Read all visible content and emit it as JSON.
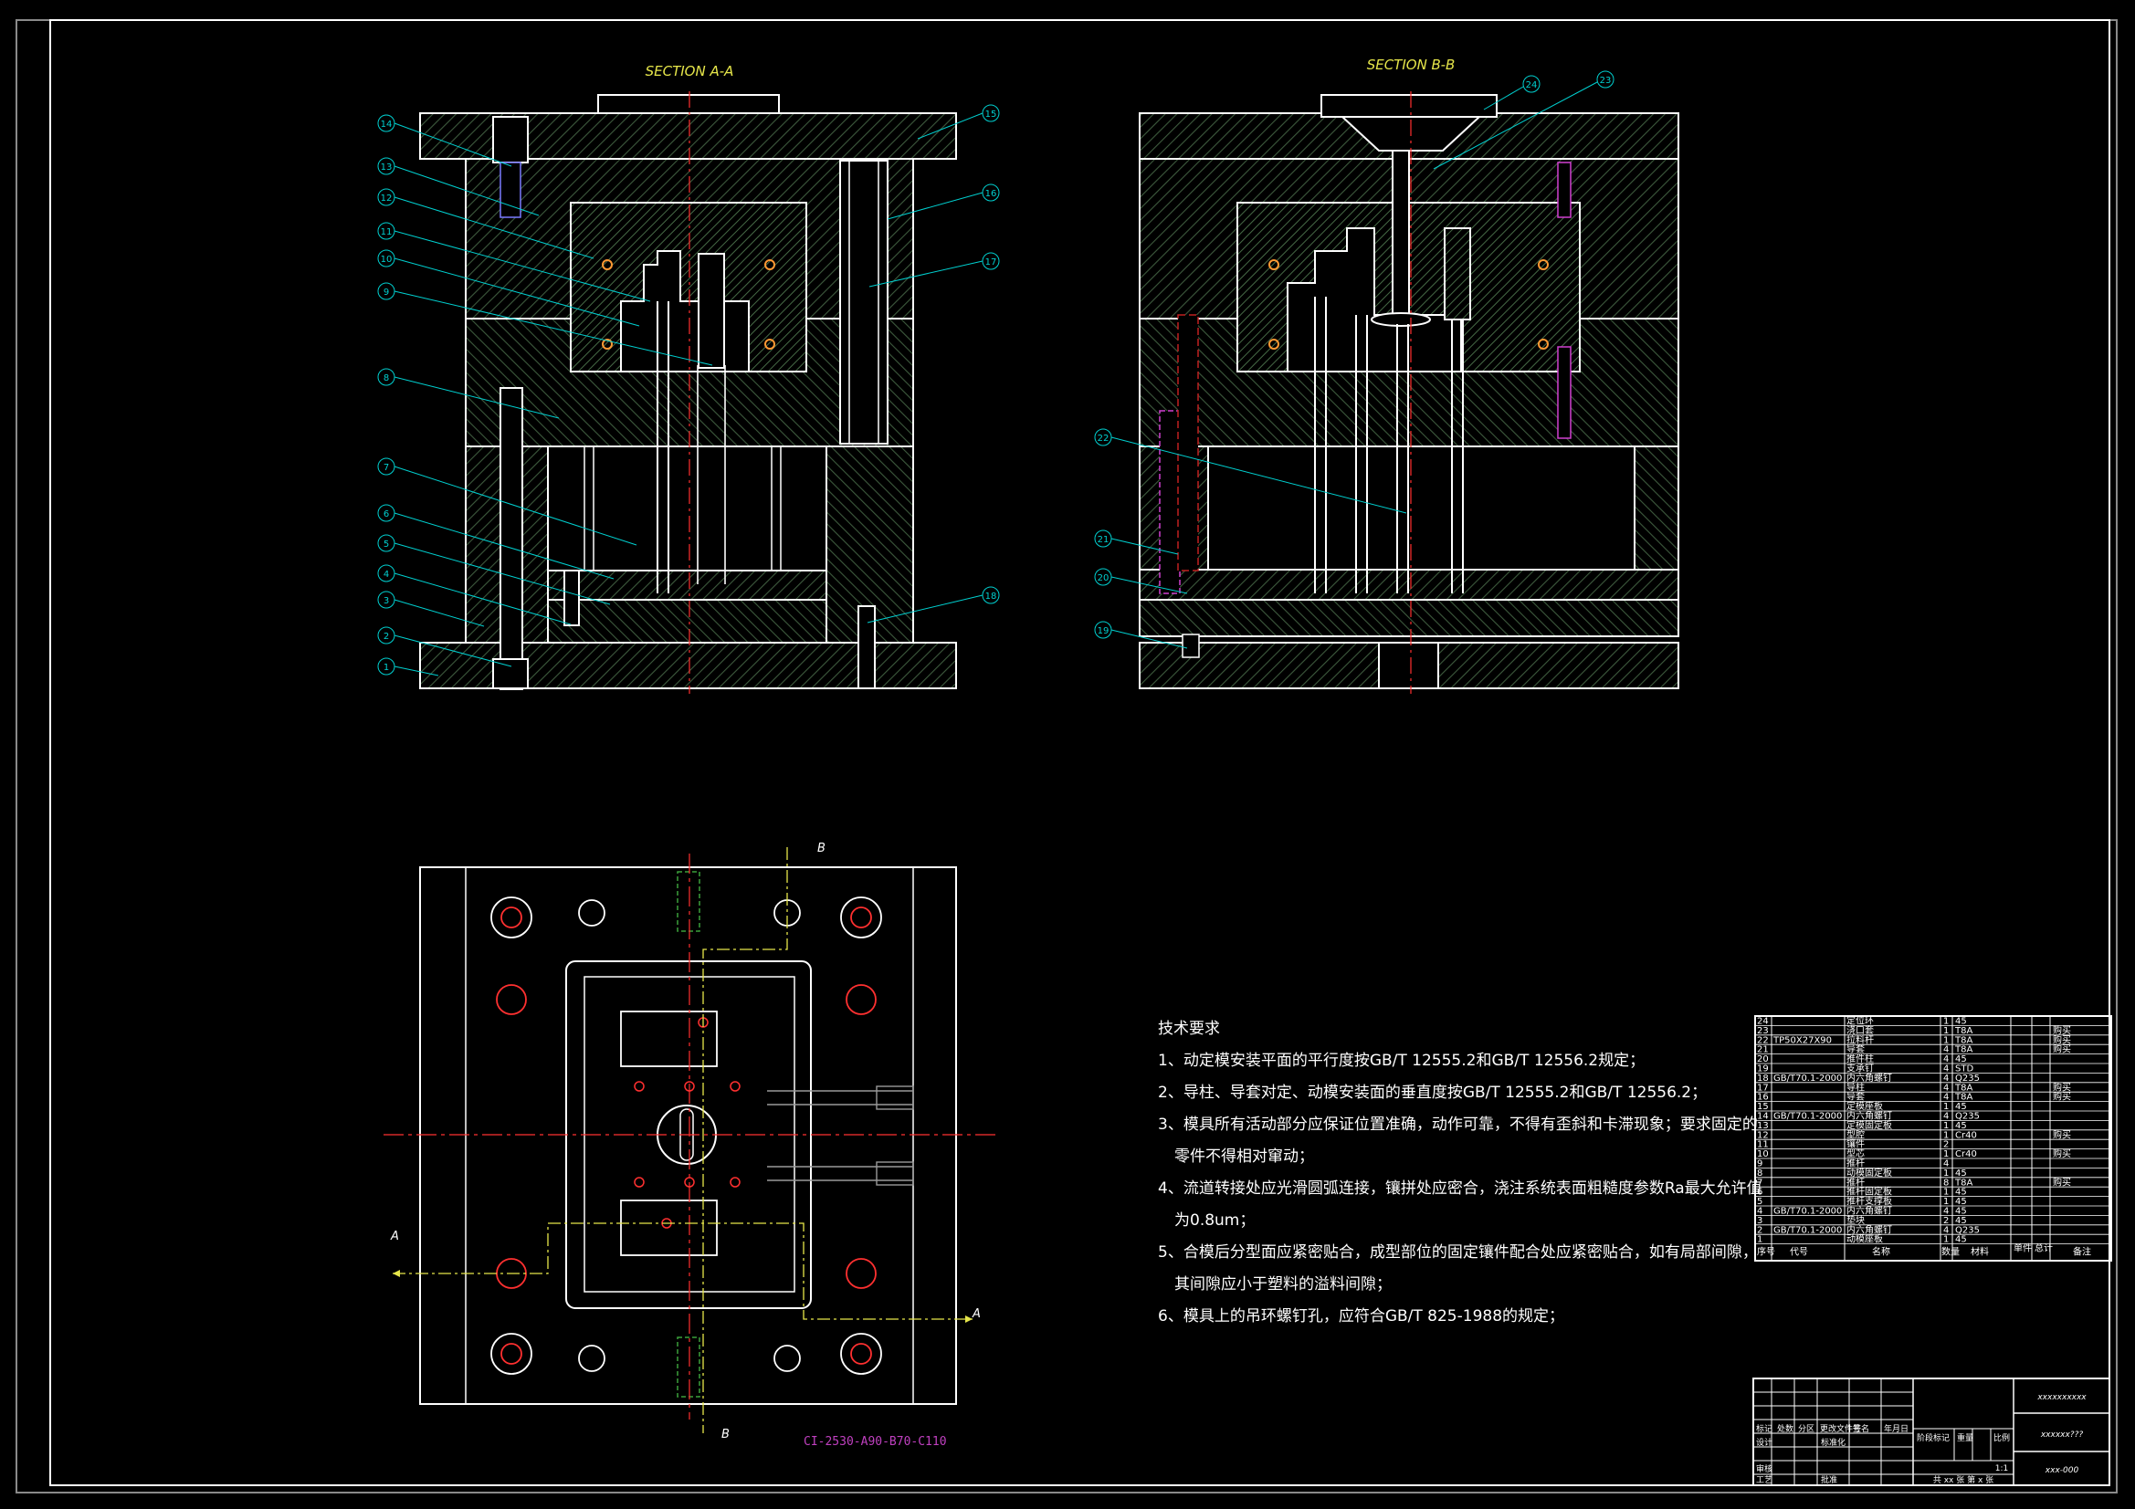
{
  "views": {
    "section_a": "SECTION A-A",
    "section_b": "SECTION B-B",
    "cut_a": "A",
    "cut_b": "B",
    "mold_base_code": "CI-2530-A90-B70-C110"
  },
  "balloons_a": [
    "14",
    "13",
    "12",
    "11",
    "10",
    "9",
    "8",
    "7",
    "6",
    "5",
    "4",
    "3",
    "2",
    "1",
    "15",
    "16",
    "17",
    "18"
  ],
  "balloons_b": [
    "24",
    "23",
    "22",
    "21",
    "20",
    "19"
  ],
  "notes": {
    "title": "技术要求",
    "items": [
      "1、动定模安装平面的平行度按GB/T 12555.2和GB/T 12556.2规定；",
      "2、导柱、导套对定、动模安装面的垂直度按GB/T 12555.2和GB/T 12556.2；",
      "3、模具所有活动部分应保证位置准确，动作可靠，不得有歪斜和卡滞现象；要求固定的",
      "零件不得相对窜动；",
      "4、流道转接处应光滑圆弧连接，镶拼处应密合，浇注系统表面粗糙度参数Ra最大允许值",
      "为0.8um；",
      "5、合模后分型面应紧密贴合，成型部位的固定镶件配合处应紧密贴合，如有局部间隙，",
      "其间隙应小于塑料的溢料间隙；",
      "6、模具上的吊环螺钉孔，应符合GB/T 825-1988的规定；"
    ]
  },
  "bom": [
    {
      "no": "24",
      "code": "",
      "name": "定位环",
      "qty": "1",
      "mat": "45",
      "note": ""
    },
    {
      "no": "23",
      "code": "",
      "name": "浇口套",
      "qty": "1",
      "mat": "T8A",
      "note": "购买"
    },
    {
      "no": "22",
      "code": "TP50X27X90",
      "name": "拉料杆",
      "qty": "1",
      "mat": "T8A",
      "note": "购买"
    },
    {
      "no": "21",
      "code": "",
      "name": "导套",
      "qty": "4",
      "mat": "T8A",
      "note": "购买"
    },
    {
      "no": "20",
      "code": "",
      "name": "推件柱",
      "qty": "4",
      "mat": "45",
      "note": ""
    },
    {
      "no": "19",
      "code": "",
      "name": "支承钉",
      "qty": "4",
      "mat": "STD",
      "note": ""
    },
    {
      "no": "18",
      "code": "GB/T70.1-2000",
      "name": "内六角螺钉",
      "qty": "4",
      "mat": "Q235",
      "note": ""
    },
    {
      "no": "17",
      "code": "",
      "name": "导柱",
      "qty": "4",
      "mat": "T8A",
      "note": "购买"
    },
    {
      "no": "16",
      "code": "",
      "name": "导套",
      "qty": "4",
      "mat": "T8A",
      "note": "购买"
    },
    {
      "no": "15",
      "code": "",
      "name": "定模座板",
      "qty": "1",
      "mat": "45",
      "note": ""
    },
    {
      "no": "14",
      "code": "GB/T70.1-2000",
      "name": "内六角螺钉",
      "qty": "4",
      "mat": "Q235",
      "note": ""
    },
    {
      "no": "13",
      "code": "",
      "name": "定模固定板",
      "qty": "1",
      "mat": "45",
      "note": ""
    },
    {
      "no": "12",
      "code": "",
      "name": "型腔",
      "qty": "1",
      "mat": "Cr40",
      "note": "购买"
    },
    {
      "no": "11",
      "code": "",
      "name": "镶件",
      "qty": "2",
      "mat": "",
      "note": ""
    },
    {
      "no": "10",
      "code": "",
      "name": "型芯",
      "qty": "1",
      "mat": "Cr40",
      "note": "购买"
    },
    {
      "no": "9",
      "code": "",
      "name": "推杆",
      "qty": "4",
      "mat": "",
      "note": ""
    },
    {
      "no": "8",
      "code": "",
      "name": "动模固定板",
      "qty": "1",
      "mat": "45",
      "note": ""
    },
    {
      "no": "7",
      "code": "",
      "name": "推杆",
      "qty": "8",
      "mat": "T8A",
      "note": "购买"
    },
    {
      "no": "6",
      "code": "",
      "name": "推杆固定板",
      "qty": "1",
      "mat": "45",
      "note": ""
    },
    {
      "no": "5",
      "code": "",
      "name": "推杆支撑板",
      "qty": "1",
      "mat": "45",
      "note": ""
    },
    {
      "no": "4",
      "code": "GB/T70.1-2000",
      "name": "内六角螺钉",
      "qty": "4",
      "mat": "45",
      "note": ""
    },
    {
      "no": "3",
      "code": "",
      "name": "垫块",
      "qty": "2",
      "mat": "45",
      "note": ""
    },
    {
      "no": "2",
      "code": "GB/T70.1-2000",
      "name": "内六角螺钉",
      "qty": "4",
      "mat": "Q235",
      "note": ""
    },
    {
      "no": "1",
      "code": "",
      "name": "动模座板",
      "qty": "1",
      "mat": "45",
      "note": ""
    }
  ],
  "bom_header": {
    "no": "序号",
    "code": "代号",
    "name": "名称",
    "qty": "数量",
    "mat": "材料",
    "w1": "单件",
    "w2": "总计",
    "note": "备注"
  },
  "title_block": {
    "school": "xxxxxxxxxx",
    "drawing_title": "xxxxxx???",
    "drawing_no": "xxx-000",
    "scale": "1:1",
    "sheets": "共 xx 张  第 x 张",
    "labels": [
      "标记",
      "处数",
      "分区",
      "更改文件号",
      "签名",
      "年月日",
      "设计",
      "标准化",
      "阶段标记",
      "重量",
      "比例",
      "审核",
      "工艺",
      "批准"
    ]
  }
}
